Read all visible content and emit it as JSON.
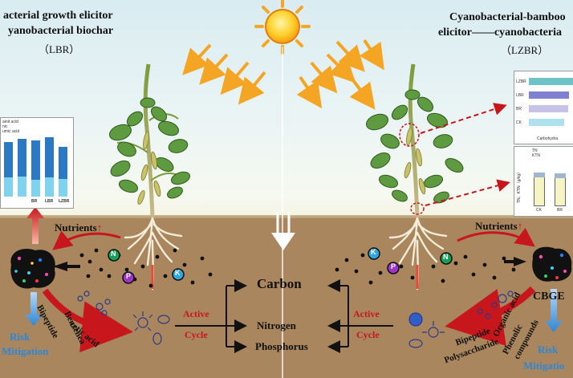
{
  "left": {
    "title_line1": "acterial growth elicitor",
    "title_line2": "yanobacterial biochar",
    "abbr": "（LBR）",
    "nutrients": "Nutrients",
    "risk1": "Risk",
    "risk2": "Mitigation",
    "compounds": [
      "Bipeptide",
      "Benzenea",
      "cetic acid"
    ],
    "active1": "Active",
    "active2": "Cycle"
  },
  "right": {
    "title_line1": "Cyanobacterial-bamboo",
    "title_line2": "elicitor——cyanobacteria",
    "abbr": "（LZBR）",
    "nutrients": "Nutrients",
    "label": "CBGE",
    "risk1": "Risk",
    "risk2": "Mitigatio",
    "compounds": [
      "Bipeptide",
      "Polysaccharide",
      "Organic acid",
      "Phenolic",
      "compounds"
    ],
    "active1": "Active",
    "active2": "Cycle"
  },
  "center": {
    "carbon": "Carbon",
    "nitrogen": "Nitrogen",
    "phosphorus": "Phosphorus"
  },
  "nutrient_ions": [
    "N",
    "P",
    "K"
  ],
  "up_arrow": "↑",
  "left_chart": {
    "legend": [
      "ainit acid",
      "nic",
      "umic acid"
    ],
    "categories": [
      "",
      "",
      "BR",
      "LBR",
      "LZBR"
    ],
    "values": [
      0.85,
      0.9,
      0.88,
      0.93,
      0.78
    ],
    "light_fraction": [
      0.35,
      0.35,
      0.3,
      0.32,
      0.35
    ]
  },
  "right_chart_top": {
    "categories": [
      "LZBR",
      "LBR",
      "BR",
      "CK"
    ],
    "values": [
      1.0,
      0.9,
      0.88,
      0.78
    ],
    "colors": [
      "#6ec3c8",
      "#7f7fd4",
      "#c7c3e6",
      "#aee0ee"
    ],
    "xlabel": "Carbohydra"
  },
  "right_chart_bottom": {
    "legend": [
      "TN",
      "KTN"
    ],
    "categories": [
      "CK",
      "BR"
    ],
    "values": [
      0.85,
      0.83
    ],
    "ylabel": "TN、KTN（g/kg）"
  },
  "colors": {
    "sun": "#f6a623",
    "soil": "#a9865d",
    "red_arrow": "#c8161d",
    "blue_text": "#2e86d6"
  }
}
